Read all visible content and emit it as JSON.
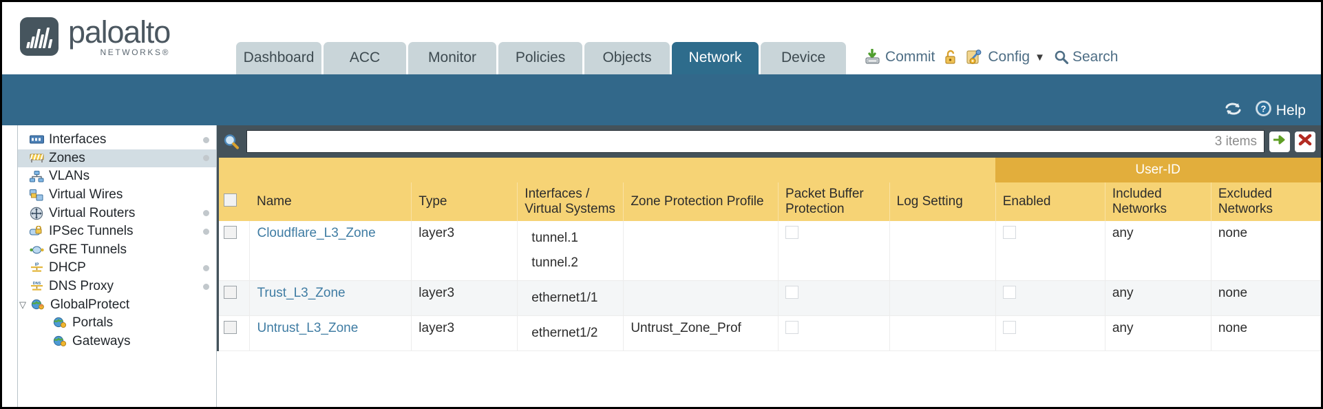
{
  "brand": {
    "name": "paloalto",
    "tagline": "NETWORKS®"
  },
  "nav": {
    "tabs": [
      {
        "label": "Dashboard",
        "active": false
      },
      {
        "label": "ACC",
        "active": false
      },
      {
        "label": "Monitor",
        "active": false
      },
      {
        "label": "Policies",
        "active": false
      },
      {
        "label": "Objects",
        "active": false
      },
      {
        "label": "Network",
        "active": true
      },
      {
        "label": "Device",
        "active": false
      }
    ]
  },
  "topactions": {
    "commit": "Commit",
    "config": "Config",
    "search": "Search",
    "lock_icon": "padlock-icon",
    "commit_icon": "commit-icon",
    "config_icon": "config-wrench-icon",
    "search_icon": "search-icon",
    "caret_icon": "chevron-down-icon"
  },
  "banner": {
    "help": "Help",
    "refresh_icon": "refresh-icon",
    "help_icon": "help-circle-icon"
  },
  "sidebar": {
    "items": [
      {
        "label": "Interfaces",
        "icon": "interfaces-icon",
        "dot": true,
        "child": false,
        "selected": false,
        "caret": ""
      },
      {
        "label": "Zones",
        "icon": "zones-icon",
        "dot": true,
        "child": false,
        "selected": true,
        "caret": ""
      },
      {
        "label": "VLANs",
        "icon": "vlans-icon",
        "dot": false,
        "child": false,
        "selected": false,
        "caret": ""
      },
      {
        "label": "Virtual Wires",
        "icon": "virtual-wires-icon",
        "dot": false,
        "child": false,
        "selected": false,
        "caret": ""
      },
      {
        "label": "Virtual Routers",
        "icon": "virtual-routers-icon",
        "dot": true,
        "child": false,
        "selected": false,
        "caret": ""
      },
      {
        "label": "IPSec Tunnels",
        "icon": "ipsec-tunnels-icon",
        "dot": true,
        "child": false,
        "selected": false,
        "caret": ""
      },
      {
        "label": "GRE Tunnels",
        "icon": "gre-tunnels-icon",
        "dot": false,
        "child": false,
        "selected": false,
        "caret": ""
      },
      {
        "label": "DHCP",
        "icon": "dhcp-icon",
        "dot": true,
        "child": false,
        "selected": false,
        "caret": ""
      },
      {
        "label": "DNS Proxy",
        "icon": "dns-proxy-icon",
        "dot": true,
        "child": false,
        "selected": false,
        "caret": ""
      },
      {
        "label": "GlobalProtect",
        "icon": "globalprotect-icon",
        "dot": false,
        "child": false,
        "selected": false,
        "caret": "▽"
      },
      {
        "label": "Portals",
        "icon": "portals-icon",
        "dot": false,
        "child": true,
        "selected": false,
        "caret": ""
      },
      {
        "label": "Gateways",
        "icon": "gateways-icon",
        "dot": false,
        "child": true,
        "selected": false,
        "caret": ""
      }
    ]
  },
  "filterbar": {
    "search_icon": "search-icon",
    "value": "",
    "placeholder": "",
    "item_count": "3 items",
    "apply_icon": "green-arrow-icon",
    "clear_icon": "red-x-icon"
  },
  "table": {
    "group_header": "User-ID",
    "columns": [
      "Name",
      "Type",
      "Interfaces / Virtual Systems",
      "Zone Protection Profile",
      "Packet Buffer Protection",
      "Log Setting",
      "Enabled",
      "Included Networks",
      "Excluded Networks"
    ],
    "rows": [
      {
        "selected": false,
        "name": "Cloudflare_L3_Zone",
        "type": "layer3",
        "interfaces": [
          "tunnel.1",
          "tunnel.2"
        ],
        "zone_protection_profile": "",
        "packet_buffer_protection": false,
        "log_setting": "",
        "userid_enabled": false,
        "included_networks": "any",
        "excluded_networks": "none"
      },
      {
        "selected": false,
        "name": "Trust_L3_Zone",
        "type": "layer3",
        "interfaces": [
          "ethernet1/1"
        ],
        "zone_protection_profile": "",
        "packet_buffer_protection": false,
        "log_setting": "",
        "userid_enabled": false,
        "included_networks": "any",
        "excluded_networks": "none"
      },
      {
        "selected": false,
        "name": "Untrust_L3_Zone",
        "type": "layer3",
        "interfaces": [
          "ethernet1/2"
        ],
        "zone_protection_profile": "Untrust_Zone_Prof",
        "packet_buffer_protection": false,
        "log_setting": "",
        "userid_enabled": false,
        "included_networks": "any",
        "excluded_networks": "none"
      }
    ]
  },
  "colors": {
    "banner_blue": "#32688a",
    "tab_active": "#2e6c8c",
    "tab_inactive": "#c9d5d9",
    "header_amber": "#f6d375",
    "group_amber": "#e2ae3c",
    "filter_dark": "#44525a",
    "link_blue": "#3f7ca3"
  }
}
